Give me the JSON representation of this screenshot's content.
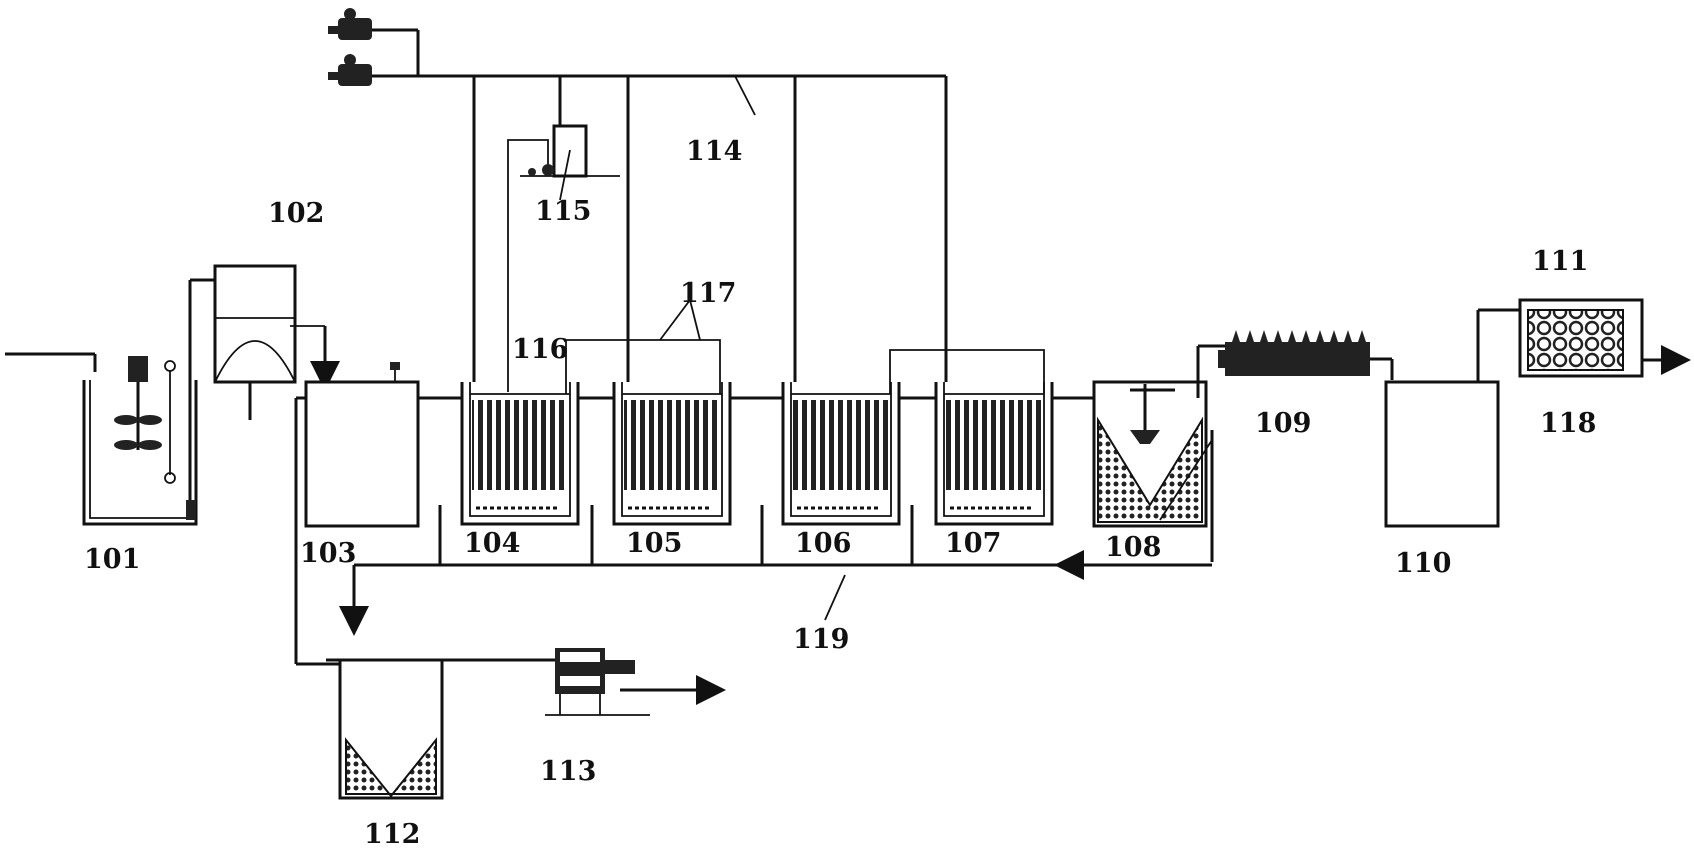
{
  "diagram": {
    "labels": {
      "l101": "101",
      "l102": "102",
      "l103": "103",
      "l104": "104",
      "l105": "105",
      "l106": "106",
      "l107": "107",
      "l108": "108",
      "l109": "109",
      "l110": "110",
      "l111": "111",
      "l112": "112",
      "l113": "113",
      "l114": "114",
      "l115": "115",
      "l116": "116",
      "l117": "117",
      "l118": "118",
      "l119": "119"
    }
  }
}
